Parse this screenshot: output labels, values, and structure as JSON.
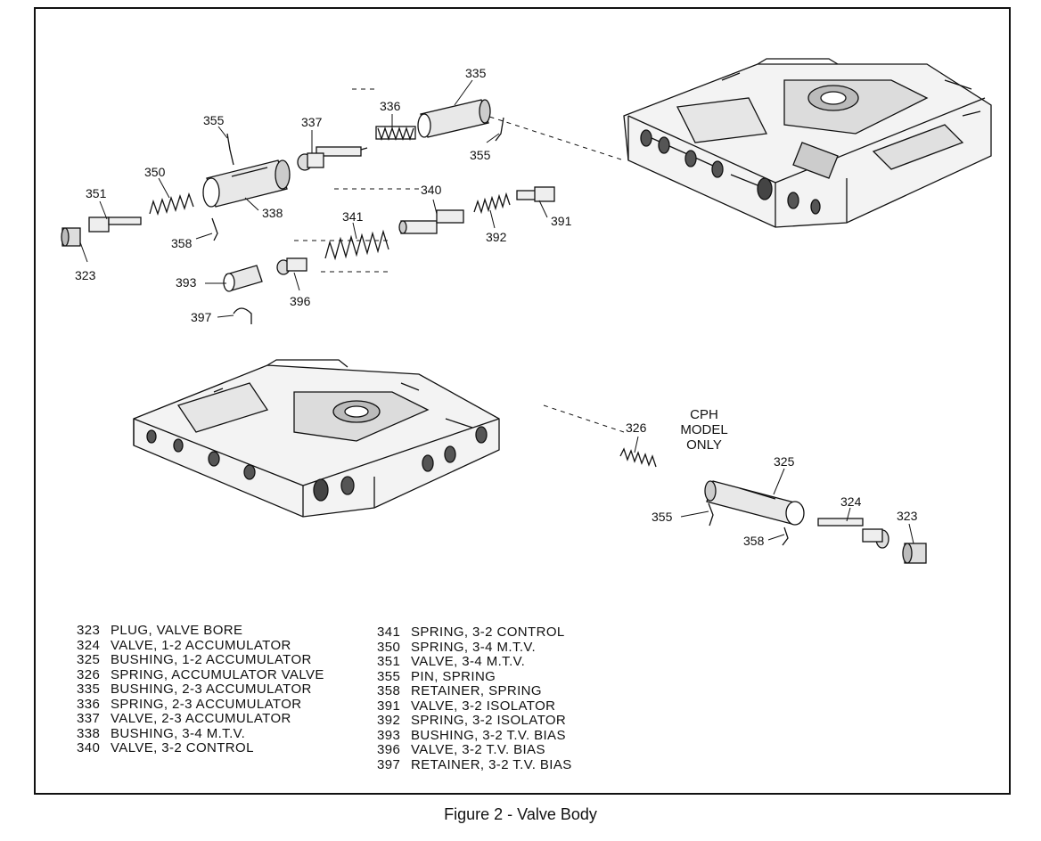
{
  "callouts": {
    "c335": "335",
    "c336": "336",
    "c355a": "355",
    "c337": "337",
    "c355b": "355",
    "c350": "350",
    "c351": "351",
    "c338": "338",
    "c358a": "358",
    "c323a": "323",
    "c340": "340",
    "c341": "341",
    "c391": "391",
    "c392": "392",
    "c393": "393",
    "c396": "396",
    "c397": "397",
    "c326": "326",
    "c325": "325",
    "c355c": "355",
    "c324": "324",
    "c323b": "323",
    "c358b": "358"
  },
  "cph_note": [
    "CPH",
    "MODEL",
    "ONLY"
  ],
  "legend_left": [
    {
      "num": "323",
      "text": "PLUG, VALVE BORE"
    },
    {
      "num": "324",
      "text": "VALVE, 1-2 ACCUMULATOR"
    },
    {
      "num": "325",
      "text": "BUSHING, 1-2 ACCUMULATOR"
    },
    {
      "num": "326",
      "text": "SPRING, ACCUMULATOR VALVE"
    },
    {
      "num": "335",
      "text": "BUSHING, 2-3 ACCUMULATOR"
    },
    {
      "num": "336",
      "text": "SPRING, 2-3 ACCUMULATOR"
    },
    {
      "num": "337",
      "text": "VALVE, 2-3 ACCUMULATOR"
    },
    {
      "num": "338",
      "text": "BUSHING, 3-4 M.T.V."
    },
    {
      "num": "340",
      "text": "VALVE, 3-2 CONTROL"
    }
  ],
  "legend_right": [
    {
      "num": "341",
      "text": "SPRING, 3-2 CONTROL"
    },
    {
      "num": "350",
      "text": "SPRING, 3-4 M.T.V."
    },
    {
      "num": "351",
      "text": "VALVE, 3-4 M.T.V."
    },
    {
      "num": "355",
      "text": "PIN, SPRING"
    },
    {
      "num": "358",
      "text": "RETAINER, SPRING"
    },
    {
      "num": "391",
      "text": "VALVE, 3-2 ISOLATOR"
    },
    {
      "num": "392",
      "text": "SPRING, 3-2 ISOLATOR"
    },
    {
      "num": "393",
      "text": "BUSHING, 3-2 T.V. BIAS"
    },
    {
      "num": "396",
      "text": "VALVE, 3-2 T.V. BIAS"
    },
    {
      "num": "397",
      "text": "RETAINER, 3-2 T.V. BIAS"
    }
  ],
  "caption": "Figure 2 - Valve Body"
}
